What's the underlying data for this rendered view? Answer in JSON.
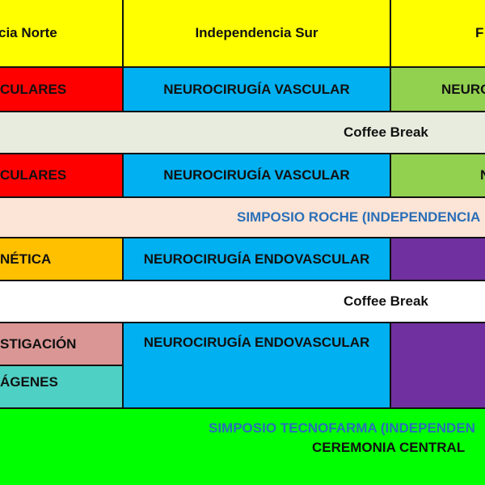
{
  "colors": {
    "yellow": "#ffff00",
    "red": "#ff0000",
    "cyan": "#00b0f0",
    "light_green": "#92d050",
    "light_gray_green": "#e8ecdf",
    "peach": "#fce4d6",
    "orange": "#ffc000",
    "purple": "#7030a0",
    "dusty_pink": "#da9694",
    "teal": "#4fd0c4",
    "bright_green": "#00ff00",
    "link_blue": "#2a6fb8"
  },
  "header": {
    "col1": "cia Norte",
    "col2": "Independencia Sur",
    "col3": "F"
  },
  "rows": {
    "r1": {
      "col1": "CULARES",
      "col2": "NEUROCIRUGÍA VASCULAR",
      "col3": "NEURO"
    },
    "coffee1": "Coffee Break",
    "r2": {
      "col1": "CULARES",
      "col2": "NEUROCIRUGÍA VASCULAR",
      "col3": "N"
    },
    "simposio_roche": "SIMPOSIO ROCHE (INDEPENDENCIA",
    "r3": {
      "col1": "NÉTICA",
      "col2": "NEUROCIRUGÍA ENDOVASCULAR",
      "col3": ""
    },
    "coffee2": "Coffee Break",
    "r4": {
      "col1": "STIGACIÓN",
      "col2": "NEUROCIRUGÍA ENDOVASCULAR",
      "col3": ""
    },
    "r5": {
      "col1": "ÁGENES",
      "col2": "",
      "col3": ""
    },
    "simposio_tecnofarma": "SIMPOSIO TECNOFARMA (INDEPENDEN",
    "ceremonia": "CEREMONIA CENTRAL"
  }
}
